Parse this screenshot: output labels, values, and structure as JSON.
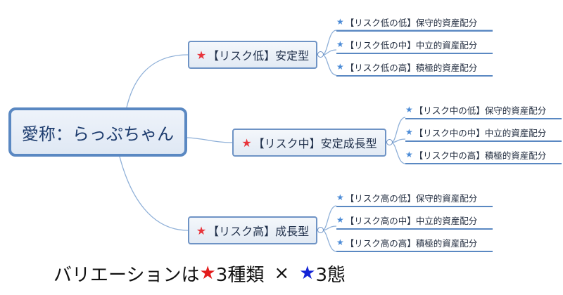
{
  "root": {
    "label": "愛称：らっぷちゃん"
  },
  "branches": [
    {
      "star": "★",
      "label": "【リスク低】安定型",
      "leaves": [
        {
          "star": "★",
          "label": "【リスク低の低】保守的資産配分"
        },
        {
          "star": "★",
          "label": "【リスク低の中】中立的資産配分"
        },
        {
          "star": "★",
          "label": "【リスク低の高】積極的資産配分"
        }
      ]
    },
    {
      "star": "★",
      "label": "【リスク中】安定成長型",
      "leaves": [
        {
          "star": "★",
          "label": "【リスク中の低】保守的資産配分"
        },
        {
          "star": "★",
          "label": "【リスク中の中】中立的資産配分"
        },
        {
          "star": "★",
          "label": "【リスク中の高】積極的資産配分"
        }
      ]
    },
    {
      "star": "★",
      "label": "【リスク高】成長型",
      "leaves": [
        {
          "star": "★",
          "label": "【リスク高の低】保守的資産配分"
        },
        {
          "star": "★",
          "label": "【リスク高の中】中立的資産配分"
        },
        {
          "star": "★",
          "label": "【リスク高の高】積極的資産配分"
        }
      ]
    }
  ],
  "footer": {
    "prefix": "バリエーションは",
    "star_red": "★",
    "count_a": "3種類",
    "times": "×",
    "star_blue": "★",
    "count_b": "3態"
  },
  "colors": {
    "connector": "#8fb0d8",
    "red_star": "#e8343b",
    "blue_star": "#4a8ad6",
    "footer_blue_star": "#1424d6"
  }
}
